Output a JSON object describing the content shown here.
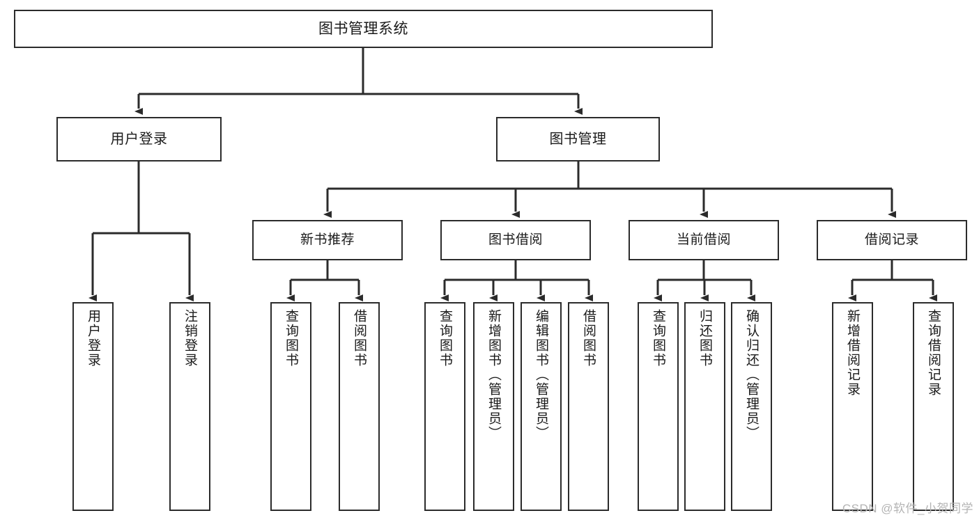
{
  "diagram": {
    "title": "图书管理系统",
    "watermark": "CSDN @软件_小贺同学",
    "line_color": "#2b2b2b",
    "box_fill": "#ffffff",
    "text_color": "#1a1a1a",
    "watermark_color": "#b4b4b4"
  },
  "nodes": {
    "root": {
      "label": "图书管理系统"
    },
    "level2": [
      {
        "label": "用户登录"
      },
      {
        "label": "图书管理"
      }
    ],
    "level3": [
      {
        "label": "新书推荐"
      },
      {
        "label": "图书借阅"
      },
      {
        "label": "当前借阅"
      },
      {
        "label": "借阅记录"
      }
    ],
    "leaves": {
      "user_login": [
        {
          "label": "用户登录"
        },
        {
          "label": "注销登录"
        }
      ],
      "new_book": [
        {
          "label": "查询图书"
        },
        {
          "label": "借阅图书"
        }
      ],
      "book_borrow": [
        {
          "label": "查询图书"
        },
        {
          "label": "新增图书（管理员）"
        },
        {
          "label": "编辑图书（管理员）"
        },
        {
          "label": "借阅图书"
        }
      ],
      "current_borrow": [
        {
          "label": "查询图书"
        },
        {
          "label": "归还图书"
        },
        {
          "label": "确认归还（管理员）"
        }
      ],
      "borrow_record": [
        {
          "label": "新增借阅记录"
        },
        {
          "label": "查询借阅记录"
        }
      ]
    }
  }
}
